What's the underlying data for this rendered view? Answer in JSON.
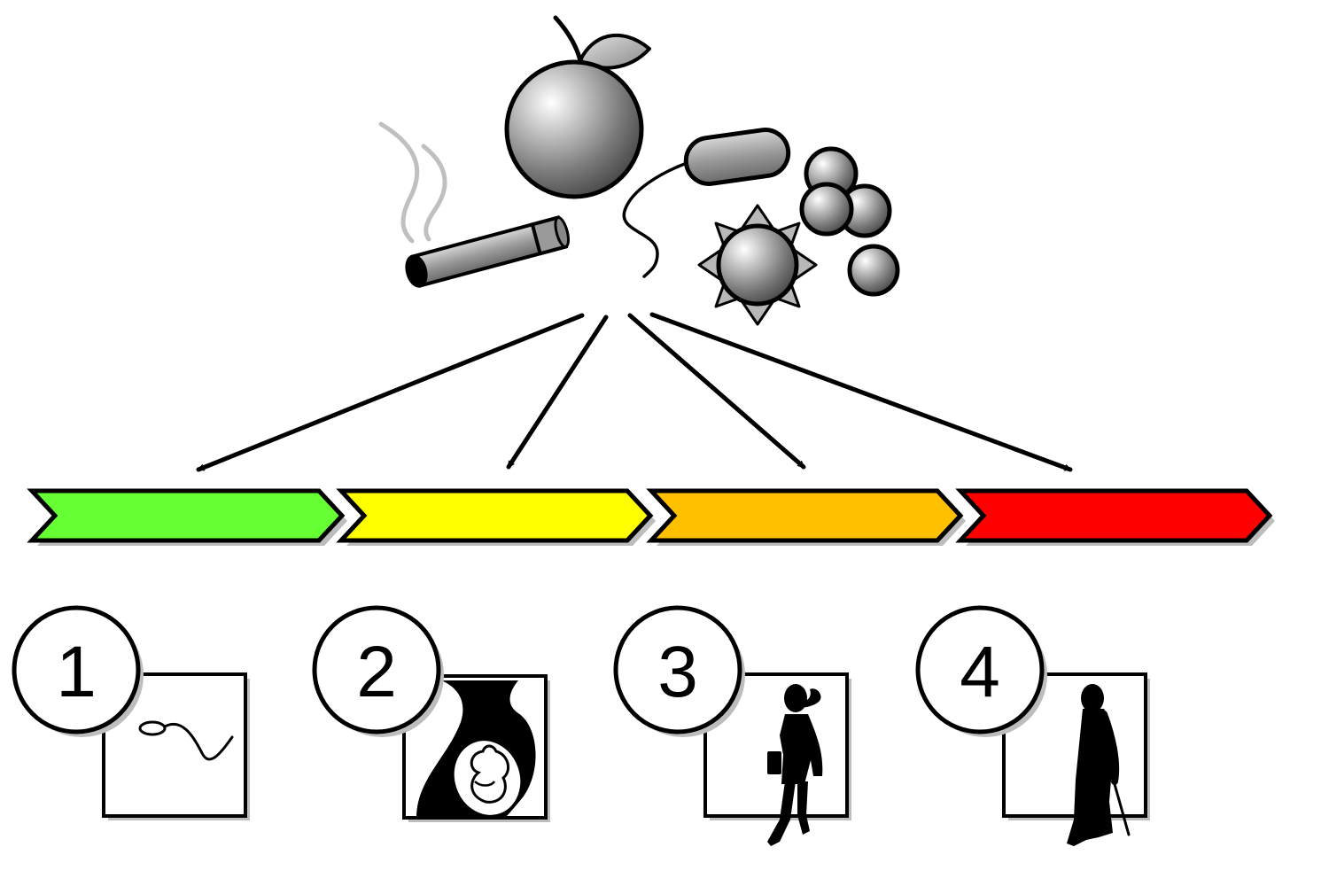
{
  "colors": {
    "stage_1": "#66ff33",
    "stage_2": "#ffff00",
    "stage_3": "#ffc000",
    "stage_4": "#ff0000",
    "outline": "#000000",
    "shadow": "#bdbdbd",
    "smoke": "#c0c0c0"
  },
  "exposures": [
    {
      "name": "cigarette-icon"
    },
    {
      "name": "apple-icon"
    },
    {
      "name": "bacterium-icon"
    },
    {
      "name": "virus-icon"
    },
    {
      "name": "cell-cluster-icon"
    }
  ],
  "stages": [
    {
      "number": "1",
      "color": "#66ff33",
      "icon": "sperm-icon"
    },
    {
      "number": "2",
      "color": "#ffff00",
      "icon": "fetus-in-womb-icon"
    },
    {
      "number": "3",
      "color": "#ffc000",
      "icon": "walking-woman-icon"
    },
    {
      "number": "4",
      "color": "#ff0000",
      "icon": "elderly-woman-with-cane-icon"
    }
  ]
}
